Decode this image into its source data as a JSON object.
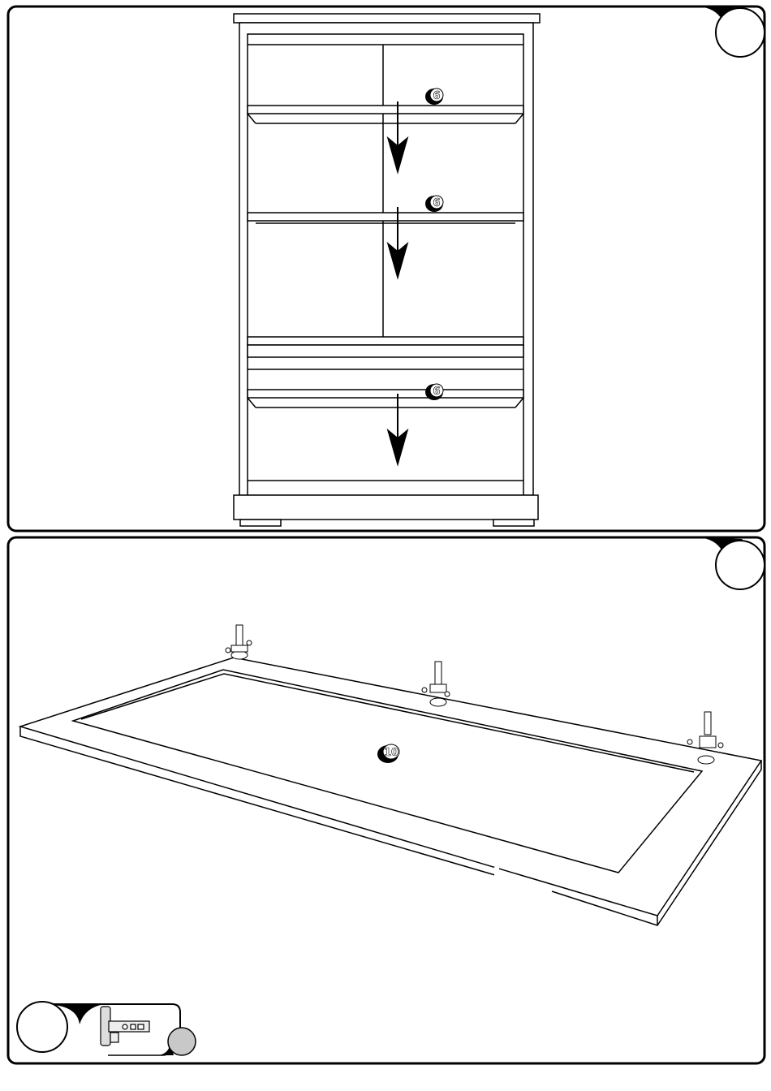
{
  "step_top": {
    "step_number": "",
    "part_labels": [
      "6",
      "6",
      "6"
    ]
  },
  "step_bottom": {
    "step_number": "",
    "part_label": "10",
    "parts_callout": {
      "part": "hinge",
      "quantity": ""
    }
  },
  "colors": {
    "line": "#000000",
    "fill": "#ffffff",
    "quantity_badge": "#c8c8c8"
  }
}
